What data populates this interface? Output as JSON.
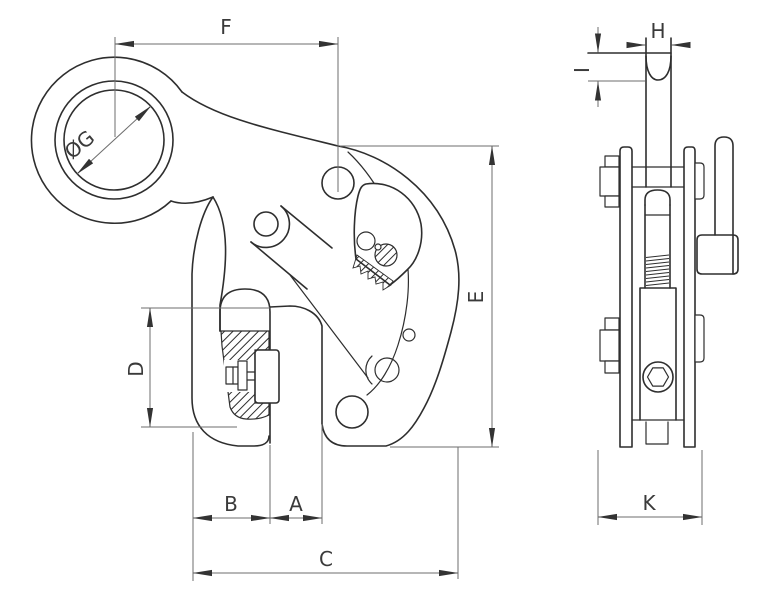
{
  "drawing": {
    "type": "technical-drawing",
    "subject": "vertical plate lifting clamp dimensional drawing",
    "views": {
      "front": "front view",
      "side": "side view"
    },
    "dimensions": {
      "front": {
        "F": "F",
        "G": "ØG",
        "E": "E",
        "D": "D",
        "B": "B",
        "A": "A",
        "C": "C"
      },
      "side": {
        "H": "H",
        "I": "I",
        "K": "K"
      }
    },
    "colors": {
      "line": "#2e2e2e",
      "dim_line": "#6e6e6e",
      "text": "#3a3a3a",
      "background": "#ffffff"
    }
  }
}
